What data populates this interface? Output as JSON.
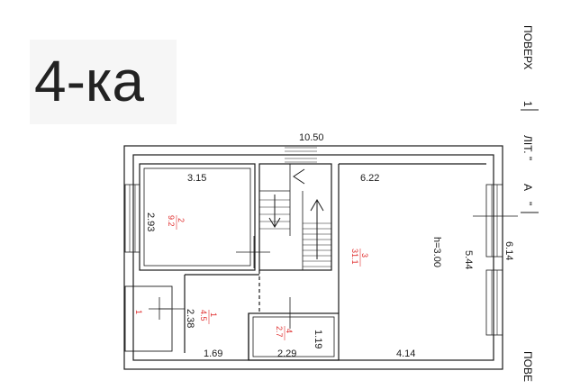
{
  "logo": {
    "text": "4-ка"
  },
  "plan": {
    "overall_width": "10.50",
    "ceiling_height": "h=3.00",
    "dimensions": {
      "room2_width": "3.15",
      "room2_depth": "2.93",
      "room3_width": "6.22",
      "room3_depth": "5.44",
      "bay_depth": "6.14",
      "room1_depth": "2.38",
      "room1_width": "1.69",
      "room4_width": "2.29",
      "room4_depth": "1.19",
      "room3_bottom_width": "4.14"
    },
    "rooms": [
      {
        "number": "2",
        "area": "9.2"
      },
      {
        "number": "3",
        "area": "31.1"
      },
      {
        "number": "1",
        "area": "4.5"
      },
      {
        "number": "4",
        "area": "2.7"
      }
    ],
    "porch_number": "1"
  },
  "side_labels": {
    "floor_label": "ПОВЕРХ",
    "floor_number": "1",
    "lit_label": "ЛІТ. \"",
    "lit_letter": "А",
    "lit_close": "\"",
    "bottom_label": "ПОВЕ"
  }
}
